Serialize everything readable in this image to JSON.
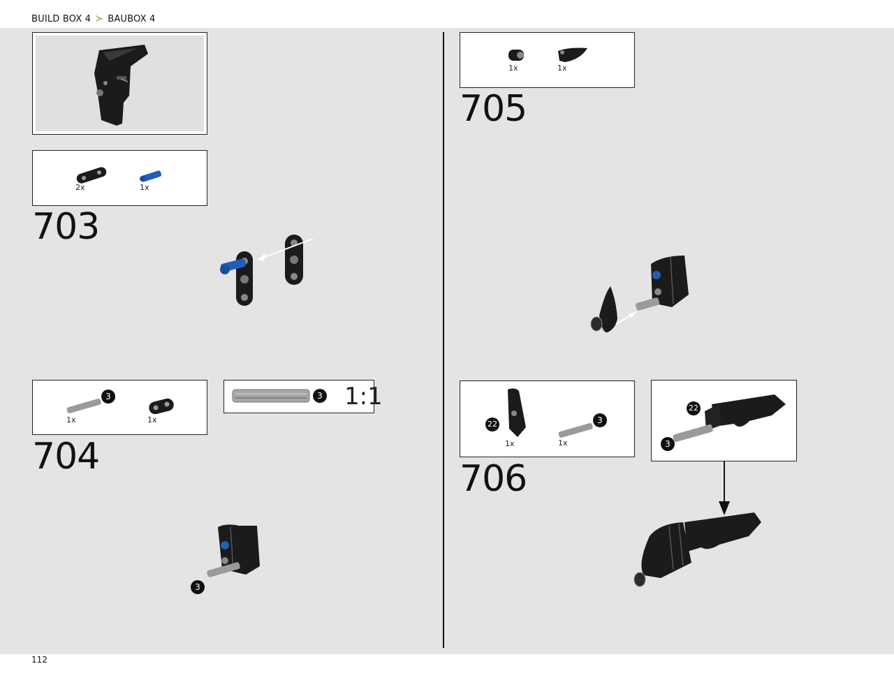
{
  "header": {
    "breadcrumb_left": "BUILD BOX 4",
    "separator": "≻",
    "breadcrumb_right": "BAUBOX 4"
  },
  "footer": {
    "page_number": "112"
  },
  "steps": {
    "s703": {
      "number": "703",
      "parts": [
        {
          "qty": "2x",
          "icon": "beam-link-icon"
        },
        {
          "qty": "1x",
          "icon": "blue-axle-pin-icon"
        }
      ]
    },
    "s704": {
      "number": "704",
      "parts": [
        {
          "qty": "1x",
          "icon": "axle-icon",
          "badge": "3"
        },
        {
          "qty": "1x",
          "icon": "beam-link-icon"
        }
      ],
      "scale_badge": "3",
      "scale_label": "1:1",
      "callout_badge": "3"
    },
    "s705": {
      "number": "705",
      "parts": [
        {
          "qty": "1x",
          "icon": "bush-icon"
        },
        {
          "qty": "1x",
          "icon": "curved-panel-icon"
        }
      ]
    },
    "s706": {
      "number": "706",
      "parts": [
        {
          "qty": "1x",
          "icon": "panel-icon",
          "badge": "22"
        },
        {
          "qty": "1x",
          "icon": "axle-icon",
          "badge": "3"
        }
      ],
      "sub_badge_a": "22",
      "sub_badge_b": "3"
    }
  },
  "colors": {
    "accent": "#8bc34a",
    "page_bg": "#e4e4e4",
    "part_black": "#1b1b1b",
    "part_blue": "#1f5fb8",
    "axle_grey": "#9a9a9a"
  }
}
